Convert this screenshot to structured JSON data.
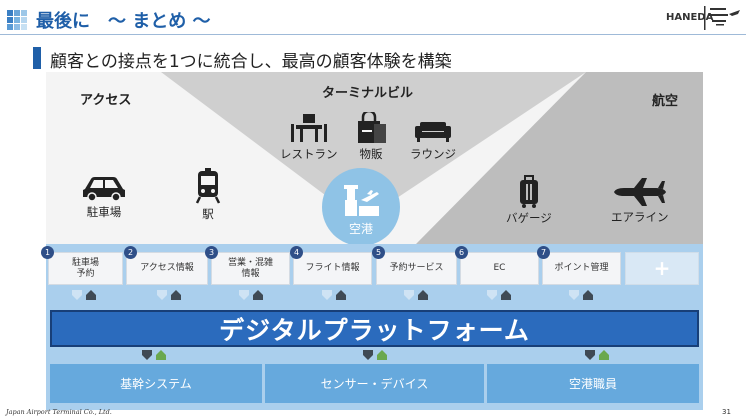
{
  "header": {
    "title": "最後に　～ まとめ ～",
    "brand": "HANEDA",
    "logo_colors": [
      "#3a7fc4",
      "#6aa5d8",
      "#9cc7e8",
      "#3a7fc4",
      "#79b3e0",
      "#b5d6ef",
      "#5a9bd5",
      "#8dbde6",
      "#c6e0f3"
    ]
  },
  "subtitle": "顧客との接点を1つに統合し、最高の顧客体験を構築",
  "zones": {
    "access": "アクセス",
    "terminal": "ターミナルビル",
    "airline": "航空"
  },
  "items": {
    "parking": "駐車場",
    "station": "駅",
    "restaurant": "レストラン",
    "shop": "物販",
    "lounge": "ラウンジ",
    "airport": "空港",
    "baggage": "バゲージ",
    "airline": "エアライン"
  },
  "touchpoints": [
    {
      "num": "1",
      "label": "駐車場\n予約"
    },
    {
      "num": "2",
      "label": "アクセス情報"
    },
    {
      "num": "3",
      "label": "営業・混雑\n情報"
    },
    {
      "num": "4",
      "label": "フライト情報"
    },
    {
      "num": "5",
      "label": "予約サービス"
    },
    {
      "num": "6",
      "label": "EC"
    },
    {
      "num": "7",
      "label": "ポイント管理"
    },
    {
      "num": "",
      "label": "+"
    }
  ],
  "platform": "デジタルプラットフォーム",
  "bases": [
    "基幹システム",
    "センサー・デバイス",
    "空港職員"
  ],
  "footer": {
    "company": "Japan Airport Terminal Co., Ltd.",
    "page": "31"
  },
  "colors": {
    "accent": "#1f5fa8",
    "platform": "#2b6bbd",
    "band": "#aacfed",
    "base": "#66a9dd",
    "circle": "#8fc3e6",
    "arrow_dark": "#3f4a55",
    "arrow_light": "#cfe3f4",
    "arrow_green": "#6aa84f"
  }
}
